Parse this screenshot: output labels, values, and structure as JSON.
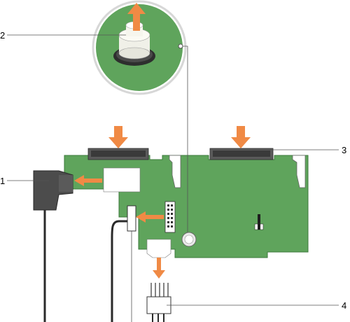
{
  "callouts": [
    {
      "id": "1",
      "label": "1"
    },
    {
      "id": "2",
      "label": "2"
    },
    {
      "id": "3",
      "label": "3"
    },
    {
      "id": "4",
      "label": "4"
    }
  ],
  "colors": {
    "board": "#5fa45c",
    "board_edge": "#3d7a3c",
    "arrow": "#f08a45",
    "connector": "#4a4a4a",
    "cable": "#2a2a2a",
    "circle_ring": "#d7d7d7",
    "leader": "#555555"
  },
  "icons": {
    "pull_up_arrow": "arrow-up-icon",
    "push_down_arrow": "arrow-down-icon",
    "release_pin": "plunger-icon"
  }
}
